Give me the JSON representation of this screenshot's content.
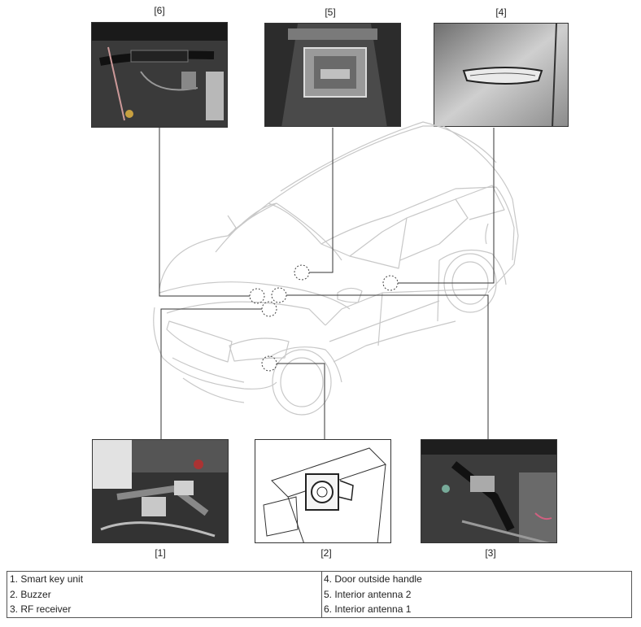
{
  "callouts": [
    {
      "id": "1",
      "label": "[1]"
    },
    {
      "id": "2",
      "label": "[2]"
    },
    {
      "id": "3",
      "label": "[3]"
    },
    {
      "id": "4",
      "label": "[4]"
    },
    {
      "id": "5",
      "label": "[5]"
    },
    {
      "id": "6",
      "label": "[6]"
    }
  ],
  "legend": {
    "left": [
      "1. Smart key unit",
      "2. Buzzer",
      "3. RF receiver"
    ],
    "right": [
      "4. Door outside handle",
      "5. Interior antenna 2",
      "6. Interior antenna 1"
    ]
  }
}
